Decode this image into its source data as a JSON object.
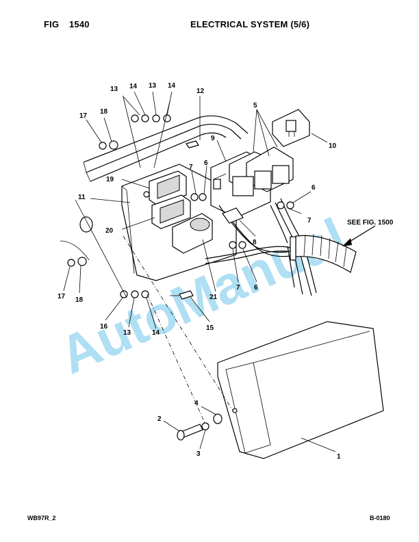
{
  "header": {
    "fig_label": "FIG",
    "fig_number": "1540",
    "title": "ELECTRICAL SYSTEM (5/6)"
  },
  "footer": {
    "left_code": "WB97R_2",
    "right_code": "B-0180"
  },
  "watermark": {
    "text": "AutoManual",
    "color": "#6ec6ea"
  },
  "callouts": {
    "c13a": "13",
    "c14a": "14",
    "c13b": "13",
    "c14b": "14",
    "c12": "12",
    "c17a": "17",
    "c18a": "18",
    "c5": "5",
    "c9": "9",
    "c10": "10",
    "c19": "19",
    "c7a": "7",
    "c6a": "6",
    "c6b": "6",
    "c11": "11",
    "c7b": "7",
    "c20": "20",
    "c8": "8",
    "c17b": "17",
    "c18b": "18",
    "c7c": "7",
    "c6c": "6",
    "c21": "21",
    "c16": "16",
    "c13c": "13",
    "c14c": "14",
    "c15": "15",
    "c4": "4",
    "c2": "2",
    "c3": "3",
    "c1": "1"
  },
  "reference": {
    "see_fig": "SEE FIG. 1500"
  }
}
